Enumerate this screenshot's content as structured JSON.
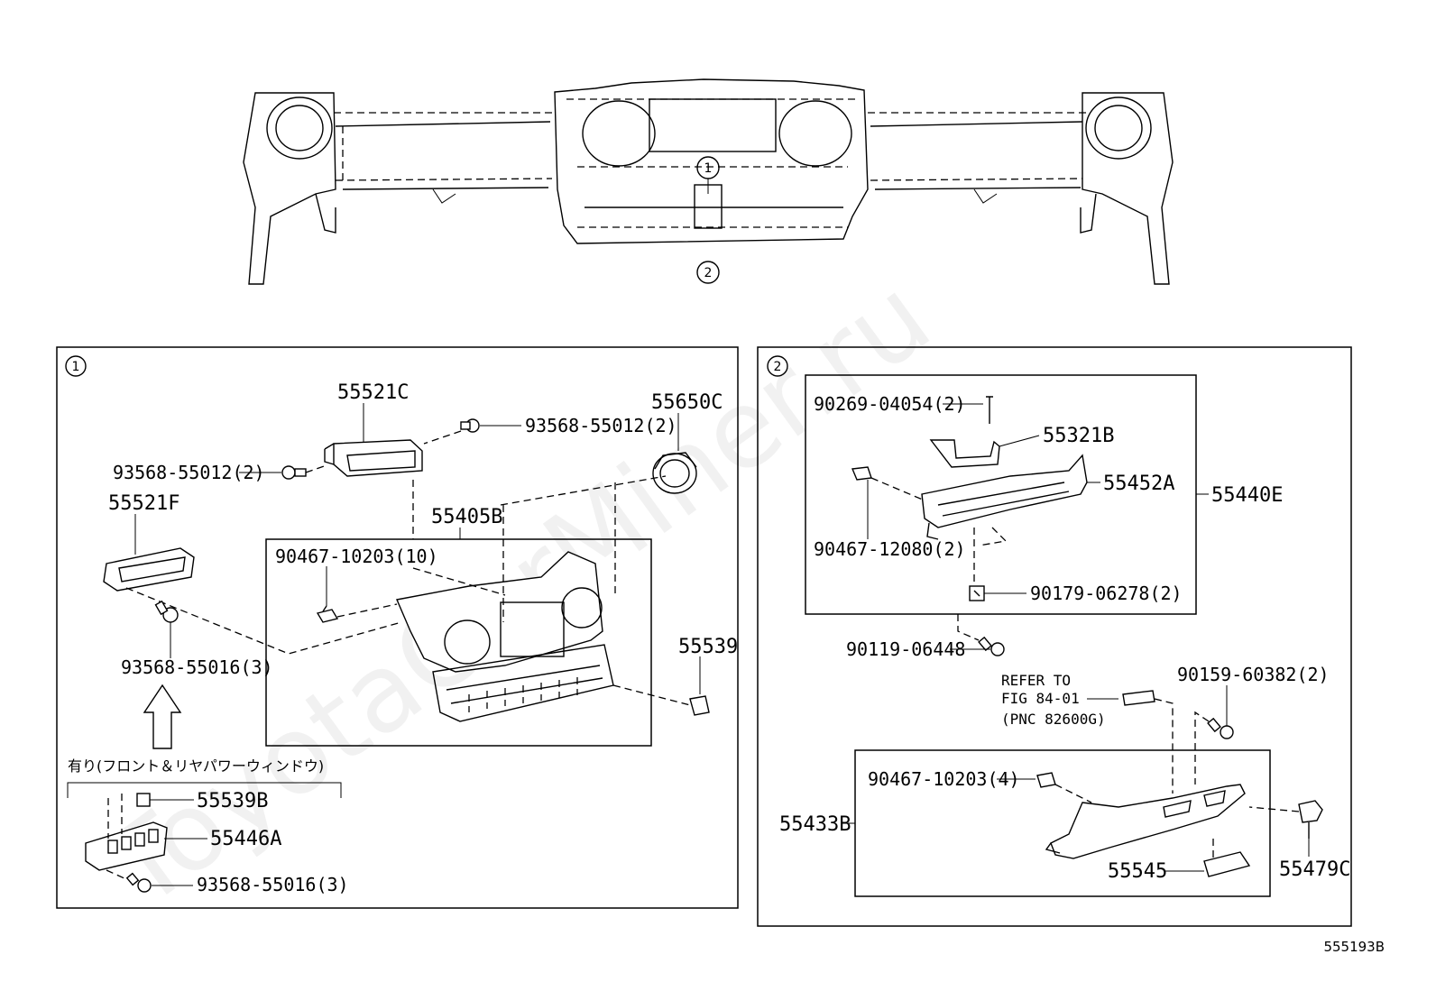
{
  "watermark": "ToyotaCarMiner.ru",
  "figure_code": "555193B",
  "callouts": {
    "one": "1",
    "two": "2"
  },
  "section1": {
    "parts": {
      "p55521C": "55521C",
      "p93568_55012_right": "93568-55012(2)",
      "p93568_55012_left": "93568-55012(2)",
      "p55650C": "55650C",
      "p55521F": "55521F",
      "p55405B": "55405B",
      "p90467_10203_10": "90467-10203(10)",
      "p93568_55016_a": "93568-55016(3)",
      "p55539": "55539",
      "p55539B": "55539B",
      "p55446A": "55446A",
      "p93568_55016_b": "93568-55016(3)"
    },
    "japanese_note": "有り(フロント＆リヤパワーウィンドウ)"
  },
  "section2": {
    "parts": {
      "p90269_04054": "90269-04054(2)",
      "p55321B": "55321B",
      "p55452A": "55452A",
      "p55440E": "55440E",
      "p90467_12080": "90467-12080(2)",
      "p90179_06278": "90179-06278(2)",
      "p90119_06448": "90119-06448",
      "p90159_60382": "90159-60382(2)",
      "p90467_10203_4": "90467-10203(4)",
      "p55433B": "55433B",
      "p55545": "55545",
      "p55479C": "55479C"
    },
    "refer": {
      "line1": "REFER TO",
      "line2": "FIG 84-01",
      "line3": "(PNC 82600G)"
    }
  }
}
